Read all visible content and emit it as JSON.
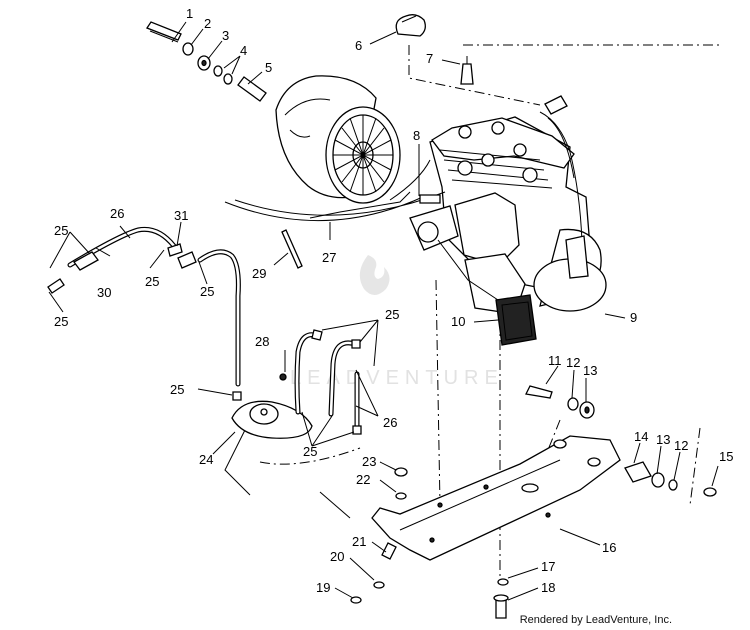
{
  "watermark": {
    "text": "LEADVENTURE"
  },
  "credit": "Rendered by LeadVenture, Inc.",
  "callouts": [
    "1",
    "2",
    "3",
    "4",
    "5",
    "6",
    "7",
    "8",
    "9",
    "10",
    "11",
    "12",
    "13",
    "14",
    "12",
    "15",
    "16",
    "17",
    "18",
    "19",
    "20",
    "21",
    "22",
    "23",
    "24",
    "25",
    "25",
    "25",
    "25",
    "25",
    "25",
    "25",
    "26",
    "26",
    "27",
    "28",
    "29",
    "30",
    "31"
  ]
}
